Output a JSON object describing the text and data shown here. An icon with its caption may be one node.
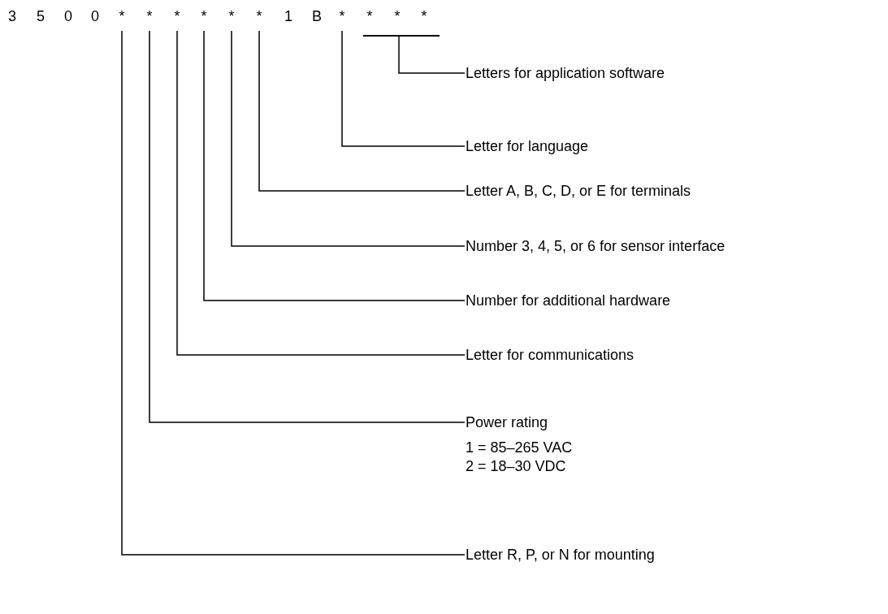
{
  "diagram": {
    "nodes": [
      {
        "text": [
          "*"
        ]
      },
      {
        "text": [
          "*"
        ]
      },
      {
        "text": [
          "*"
        ]
      },
      {
        "text": [
          "*"
        ]
      },
      {
        "text": [
          "*"
        ]
      },
      {
        "text": [
          "*"
        ]
      },
      {
        "text": [
          "*"
        ]
      },
      {
        "text": [],
        "shape": "bar"
      },
      {
        "text": [
          "Letters for application software"
        ]
      },
      {
        "text": [
          "Letter for language"
        ]
      },
      {
        "text": [
          "Letter A, B, C, D, or E for terminals"
        ]
      },
      {
        "text": [
          "Number 3, 4, 5, or 6 for sensor interface"
        ]
      },
      {
        "text": [
          "Number for additional hardware"
        ]
      },
      {
        "text": [
          "Letter for communications"
        ]
      },
      {
        "text": [
          "Power rating",
          "1 = 85–265 VAC",
          "2 = 18–30 VDC"
        ]
      },
      {
        "text": [
          "Letter R, P, or N for mounting"
        ]
      }
    ],
    "edges": [
      {
        "from": 8,
        "to": 7,
        "arrow": "none"
      },
      {
        "from": 9,
        "to": 6,
        "arrow": "none"
      },
      {
        "from": 10,
        "to": 5,
        "arrow": "none"
      },
      {
        "from": 11,
        "to": 4,
        "arrow": "none"
      },
      {
        "from": 12,
        "to": 3,
        "arrow": "none"
      },
      {
        "from": 13,
        "to": 2,
        "arrow": "none"
      },
      {
        "from": 14,
        "to": 1,
        "arrow": "none"
      },
      {
        "from": 15,
        "to": 0,
        "arrow": "none"
      }
    ],
    "labels": [
      "3",
      "5",
      "0",
      "0",
      "1",
      "B",
      "*",
      "*",
      "*"
    ]
  }
}
